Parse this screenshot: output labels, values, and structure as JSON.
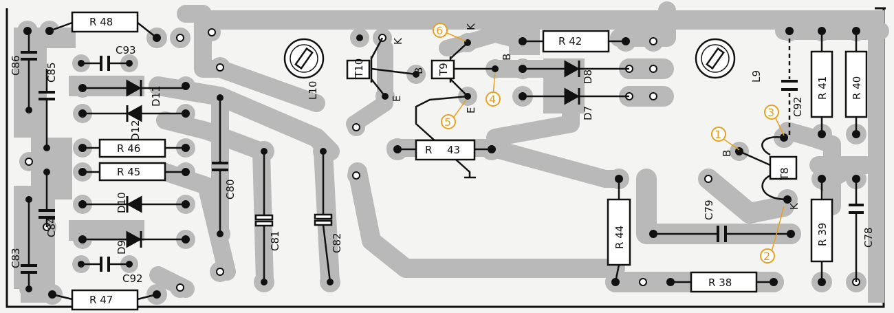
{
  "colors": {
    "board": "#f4f4f2",
    "track": "#b9b9b9",
    "ink": "#111111",
    "marker": "#e8a020"
  },
  "labels": {
    "r48": "R 48",
    "r47": "R 47",
    "r46": "R 46",
    "r45": "R 45",
    "r44": "R 44",
    "r43a": "R",
    "r43b": "43",
    "r42": "R 42",
    "r41": "R 41",
    "r40": "R 40",
    "r39": "R 39",
    "r38": "R 38",
    "c93": "C93",
    "c92a": "C92",
    "c92b": "C92",
    "c86": "C86",
    "c85": "C85",
    "c84": "C84",
    "c83": "C83",
    "c82": "C82",
    "c81": "C81",
    "c80": "C80",
    "c79": "C79",
    "c78": "C78",
    "d12": "D12",
    "d11": "D11",
    "d10": "D10",
    "d9": "D9",
    "d8": "D8",
    "d7": "D7",
    "l10": "L10",
    "l9": "L9",
    "t10": "T10",
    "t9": "T9",
    "t8": "T8",
    "t10_k": "K",
    "t10_b": "B",
    "t10_e": "E",
    "t9_k": "K",
    "t9_b": "B",
    "t9_e": "E",
    "t8_b": "B",
    "t8_k": "K"
  },
  "markers": [
    "1",
    "2",
    "3",
    "4",
    "5",
    "6"
  ]
}
